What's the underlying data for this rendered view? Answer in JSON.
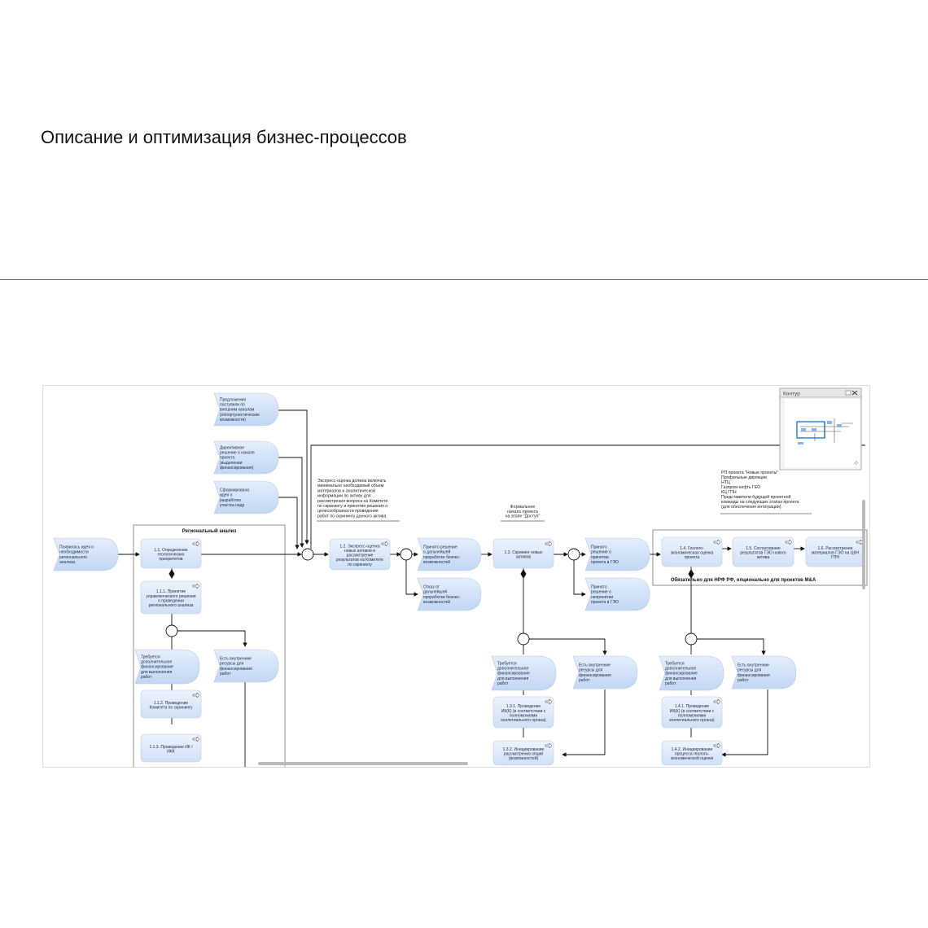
{
  "page": {
    "title": "Описание и оптимизация бизнес-процессов"
  },
  "diagram": {
    "overview_panel": {
      "title": "Контур"
    },
    "groups": {
      "regional": "Региональный анализ",
      "mandatory": "Обязательно для НРФ РФ, опционально для проектов M&A"
    },
    "events": {
      "ext_proposals": [
        "Предложения",
        "поступили по",
        "внешним каналам",
        "(оппортунистические",
        "возможности)"
      ],
      "directive": [
        "Директивное",
        "решение о начале",
        "проекта",
        "(выделении",
        "финансирования)"
      ],
      "idea_formed": [
        "Сформирована",
        "идея о",
        "разработке",
        "участка недр"
      ],
      "idea_need": [
        "Появилась идея о",
        "необходимости",
        "регионального",
        "анализа"
      ],
      "decision_further": [
        "Принято решение",
        "о дальнейшей",
        "проработке бизнес-",
        "возможностей"
      ],
      "refusal": [
        "Отказ от",
        "дальнейшей",
        "проработки бизнес-",
        "возможностей"
      ],
      "decision_geo_yes": [
        "Принято",
        "решение о",
        "принятии",
        "проекта в ГЭО"
      ],
      "decision_geo_no": [
        "Принято",
        "решение о",
        "непринятии",
        "проекта в ГЭО"
      ],
      "need_fin_1": [
        "Требуется",
        "дополнительное",
        "финансирование",
        "для выполнения",
        "работ"
      ],
      "own_res_1": [
        "Есть внутренние",
        "ресурсы для",
        "финансирования",
        "работ"
      ],
      "need_fin_2": [
        "Требуется",
        "дополнительное",
        "финансирование",
        "для выполнения",
        "работ"
      ],
      "own_res_2": [
        "Есть внутренние",
        "ресурсы для",
        "финансирования",
        "работ"
      ],
      "need_fin_3": [
        "Требуется",
        "дополнительное",
        "финансирование",
        "для выполнения",
        "работ"
      ],
      "own_res_3": [
        "Есть внутренние",
        "ресурсы для",
        "финансирования",
        "работ"
      ]
    },
    "functions": {
      "f1_1": [
        "1.1. Определение",
        "геологических",
        "приоритетов"
      ],
      "f1_1_1": [
        "1.1.1. Принятие",
        "управленческого решения",
        "о проведении",
        "регионального анализа"
      ],
      "f1_1_2": [
        "1.1.2. Проведение",
        "Комитета по скринингу"
      ],
      "f1_1_3": [
        "1.1.3. Проведение ИК /",
        "ИКК"
      ],
      "f1_2": [
        "1.2. Экспресс-оценка",
        "новых активов и",
        "рассмотрение",
        "результатов на Комитете",
        "по скринингу"
      ],
      "f1_3": [
        "1.3. Скрининг новых",
        "активов"
      ],
      "f1_3_1": [
        "1.3.1. Проведение",
        "ИК(К) (в соответствии с",
        "полномочиями",
        "коллегиального органа)"
      ],
      "f1_3_2": [
        "1.3.2. Инициирование",
        "рассмотрения опций",
        "(возможностей)"
      ],
      "f1_4": [
        "1.4. Геолого-",
        "экономическая оценка",
        "проекта"
      ],
      "f1_4_1": [
        "1.4.1. Проведение",
        "ИК(К) (в соответствии с",
        "полномочиями",
        "коллегиального органа)"
      ],
      "f1_4_2": [
        "1.4.2. Инициирование",
        "процесса геолого-",
        "экономической оценки"
      ],
      "f1_5": [
        "1.5. Согласование",
        "результатов ГЭО нового",
        "актива"
      ],
      "f1_6": [
        "1.6. Рассмотрение",
        "материалов ГЭО на ЦКН",
        "ГПН"
      ]
    },
    "notes": {
      "express_note": [
        "Экспресс-оценка должна включать",
        "минимально необходимый объем",
        "материалов и аналитической",
        "информации по активу для",
        "рассмотрения вопроса на Комитете",
        "по скринингу и принятия решения о",
        "целесообразности проведения",
        "работ по скринингу данного актива."
      ],
      "formal_start": [
        "Формальное",
        "начало проекта",
        "на этапе \"Доступ\""
      ],
      "participants": [
        "РП проекта \"Новые проекты\"",
        "Профильные дирекции",
        "НТЦ",
        "Газпром-нефть ГЕО",
        "КЦ ГПН",
        "Представители будущей проектной",
        "команды на следующих этапах проекта",
        "(для обеспечения интеграции)"
      ]
    }
  }
}
